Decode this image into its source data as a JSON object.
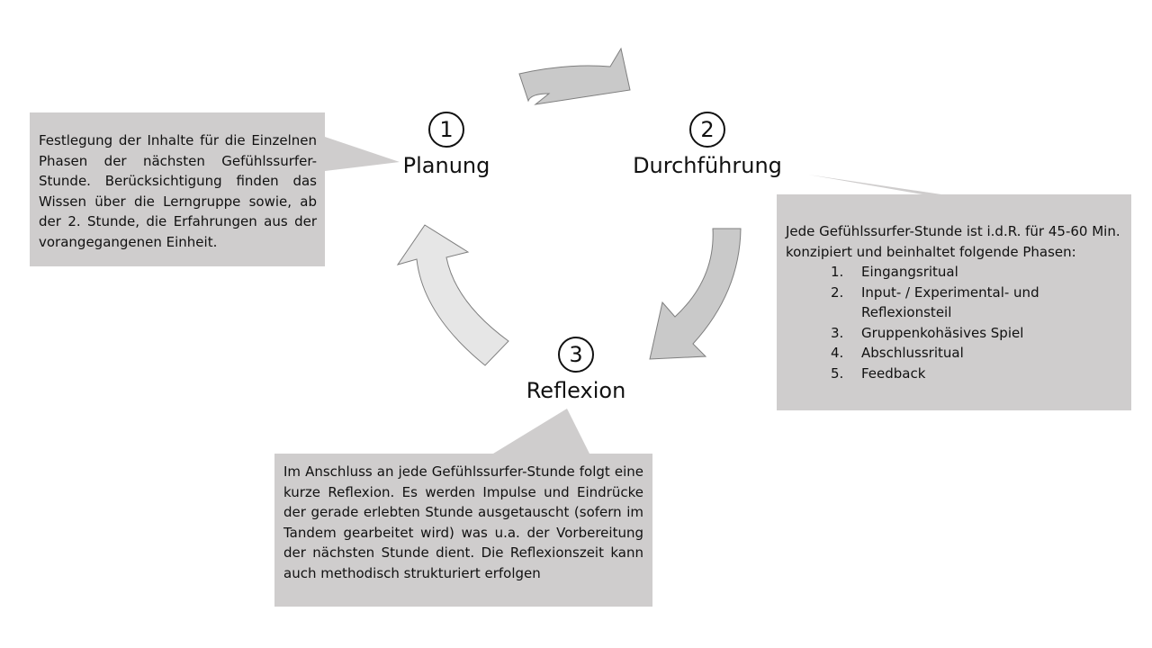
{
  "steps": [
    {
      "number": "1",
      "title": "Planung"
    },
    {
      "number": "2",
      "title": "Durchführung"
    },
    {
      "number": "3",
      "title": "Reflexion"
    }
  ],
  "boxes": {
    "planung": "Festlegung der Inhalte für die Einzelnen Phasen der nächsten Gefühlssurfer-Stunde. Berücksichtigung finden das Wissen über die Lerngruppe sowie, ab der 2. Stunde, die Erfahrungen aus der vorangegangenen Einheit.",
    "durchfuehrung": {
      "intro_line1": "Jede Gefühlssurfer-Stunde ist i.d.R. für 45-60 Min.",
      "intro_line2": "konzipiert und beinhaltet folgende Phasen:",
      "phases": [
        {
          "n": "1.",
          "label": "Eingangsritual"
        },
        {
          "n": "2.",
          "label": "Input- / Experimental- und Reflexionsteil"
        },
        {
          "n": "3.",
          "label": "Gruppenkohäsives Spiel"
        },
        {
          "n": "4.",
          "label": "Abschlussritual"
        },
        {
          "n": "5.",
          "label": "Feedback"
        }
      ]
    },
    "reflexion": "Im Anschluss an jede Gefühlssurfer-Stunde folgt eine kurze Reflexion. Es werden Impulse und Eindrücke der gerade erlebten Stunde ausgetauscht (sofern im Tandem gearbeitet wird) was u.a. der Vorbereitung der nächsten Stunde dient. Die Reflexionszeit kann auch methodisch strukturiert erfolgen"
  },
  "colors": {
    "box_fill": "#cfcdcd",
    "arrow_fill_dark": "#c9c9c9",
    "arrow_fill_light": "#e6e6e6",
    "arrow_stroke": "#7f7f7f"
  }
}
